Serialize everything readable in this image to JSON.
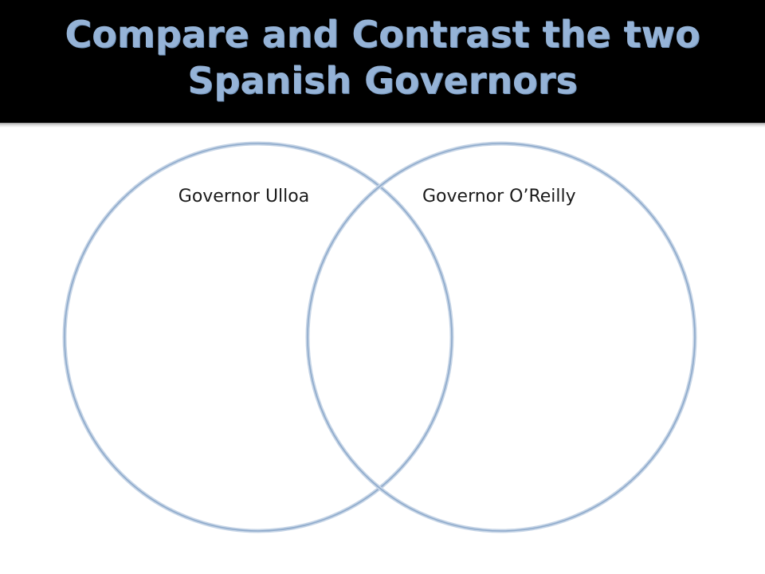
{
  "slide": {
    "title_line1": "Compare and Contrast the two",
    "title_line2": "Spanish Governors",
    "title_color": "#95b3d7",
    "band_color": "#000000"
  },
  "venn": {
    "circle_stroke_color": "#95b3d7",
    "left_label": "Governor Ulloa",
    "right_label": "Governor O’Reilly"
  }
}
